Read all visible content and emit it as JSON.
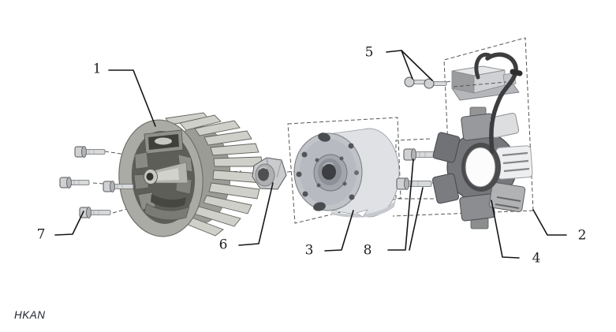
{
  "figure": {
    "brand": "HKAN",
    "callouts": [
      {
        "label": "1"
      },
      {
        "label": "2"
      },
      {
        "label": "3"
      },
      {
        "label": "4"
      },
      {
        "label": "5"
      },
      {
        "label": "6"
      },
      {
        "label": "7"
      },
      {
        "label": "8"
      }
    ]
  }
}
